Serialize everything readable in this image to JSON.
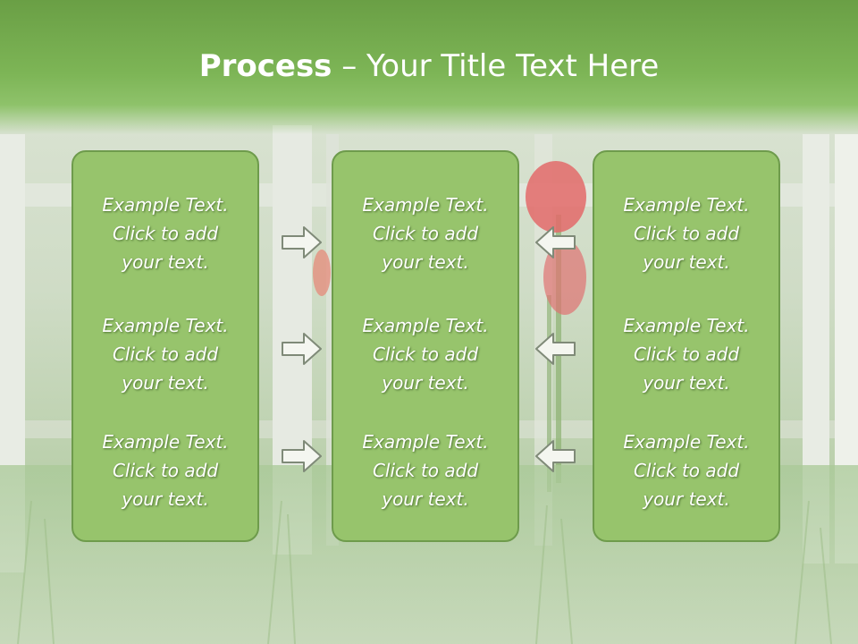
{
  "slide": {
    "title_bold": "Process",
    "title_rest": " – Your Title Text Here"
  },
  "columns": [
    {
      "items": [
        {
          "line1": "Example Text.",
          "line2": "Click  to add",
          "line3": "your text."
        },
        {
          "line1": "Example Text.",
          "line2": "Click  to add",
          "line3": "your text."
        },
        {
          "line1": "Example Text.",
          "line2": "Click  to add",
          "line3": "your text."
        }
      ]
    },
    {
      "items": [
        {
          "line1": "Example Text.",
          "line2": "Click  to add",
          "line3": "your text."
        },
        {
          "line1": "Example Text.",
          "line2": "Click  to add",
          "line3": "your text."
        },
        {
          "line1": "Example Text.",
          "line2": "Click  to add",
          "line3": "your text."
        }
      ]
    },
    {
      "items": [
        {
          "line1": "Example Text.",
          "line2": "Click  to add",
          "line3": "your text."
        },
        {
          "line1": "Example Text.",
          "line2": "Click  to add",
          "line3": "your text."
        },
        {
          "line1": "Example Text.",
          "line2": "Click  to add",
          "line3": "your text."
        }
      ]
    }
  ],
  "arrows": {
    "left_group": "arrow-right-icon",
    "right_group": "arrow-left-icon"
  },
  "colors": {
    "title_bar": "#7db556",
    "panel_fill": "#97c46c",
    "panel_border": "#6e9b4c",
    "text": "#ffffff"
  }
}
